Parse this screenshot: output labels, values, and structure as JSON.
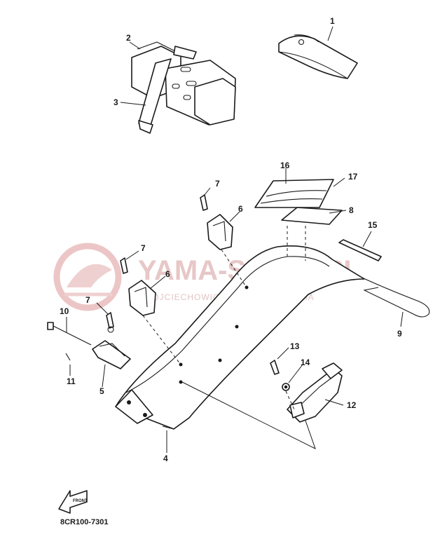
{
  "watermark": {
    "brand": "YAMA-SKLEP.PL",
    "subtitle": "WOJCIECHOWICZ | DEALER YAMAHA",
    "color": "#e5b9b9"
  },
  "diagram": {
    "code": "8CR100-7301",
    "front_arrow_text": "FRONT",
    "labels": [
      "1",
      "2",
      "3",
      "16",
      "17",
      "8",
      "7",
      "6",
      "15",
      "7",
      "6",
      "7",
      "10",
      "11",
      "5",
      "9",
      "13",
      "14",
      "12",
      "4"
    ]
  }
}
